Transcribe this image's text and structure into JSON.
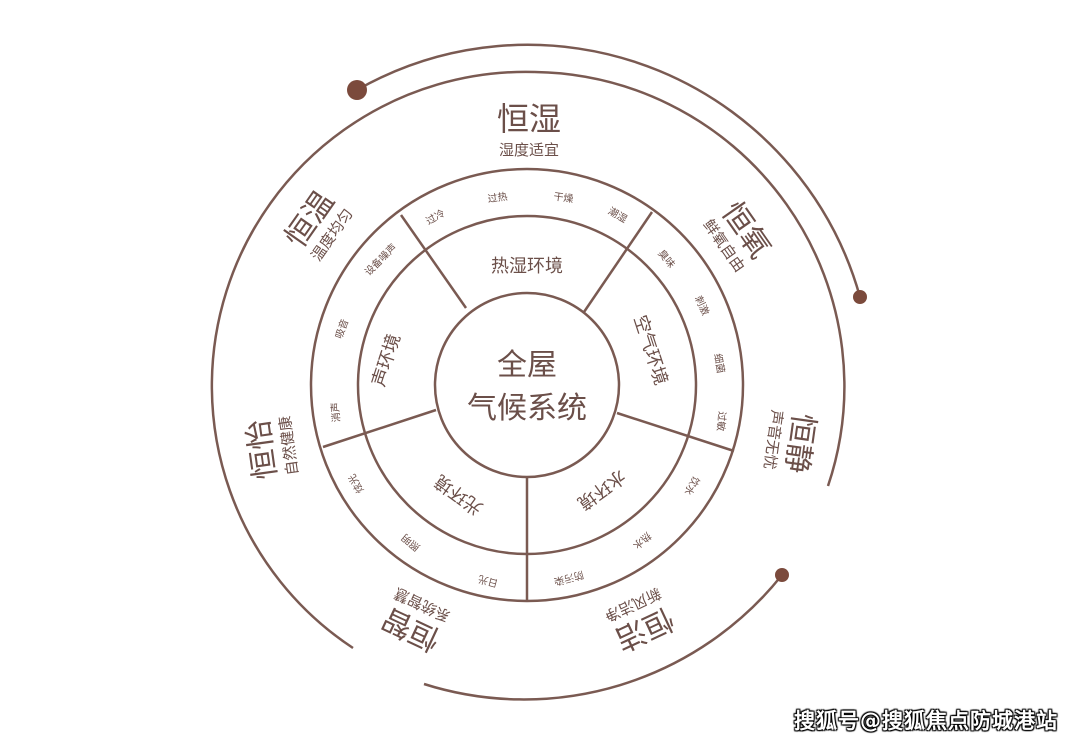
{
  "colors": {
    "line": "#7a5a52",
    "text": "#6b4f49",
    "dot": "#7b4a3c"
  },
  "center": {
    "line1": "全屋",
    "line2": "气候系统"
  },
  "environments": [
    {
      "label": "热湿环境",
      "items": [
        "过冷",
        "过热",
        "干燥",
        "潮湿"
      ]
    },
    {
      "label": "空气环境",
      "items": [
        "臭味",
        "刺激",
        "细菌",
        "过敏"
      ]
    },
    {
      "label": "水环境",
      "items": [
        "饮水",
        "热水",
        "防污染"
      ]
    },
    {
      "label": "光环境",
      "items": [
        "日光",
        "照明",
        "炫光"
      ]
    },
    {
      "label": "声环境",
      "items": [
        "消声",
        "吸音",
        "设备噪声"
      ]
    }
  ],
  "outer": [
    {
      "title": "恒湿",
      "subtitle": "湿度适宜"
    },
    {
      "title": "恒氧",
      "subtitle": "鲜氧自由"
    },
    {
      "title": "恒静",
      "subtitle": "声音无忧"
    },
    {
      "title": "恒洁",
      "subtitle": "新风洁净"
    },
    {
      "title": "恒智",
      "subtitle": "系统智慧"
    },
    {
      "title": "恒怡",
      "subtitle": "自然健康"
    },
    {
      "title": "恒温",
      "subtitle": "温度均匀"
    }
  ],
  "watermark": "搜狐号@搜狐焦点防城港站"
}
